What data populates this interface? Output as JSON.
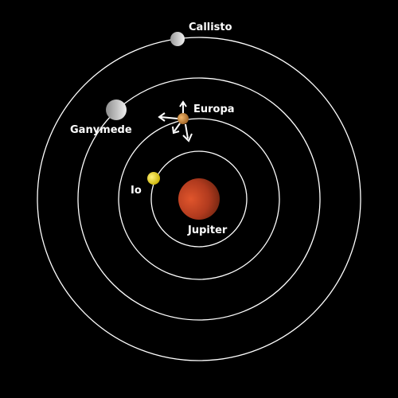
{
  "bodies": [
    {
      "key": "jupiter",
      "label": "Jupiter",
      "role": "planet",
      "color": "#b03a1e"
    },
    {
      "key": "io",
      "label": "Io",
      "role": "moon",
      "color": "#e8d41a"
    },
    {
      "key": "europa",
      "label": "Europa",
      "role": "moon",
      "color": "#c88a3a"
    },
    {
      "key": "ganymede",
      "label": "Ganymede",
      "role": "moon",
      "color": "#bdbdbd"
    },
    {
      "key": "callisto",
      "label": "Callisto",
      "role": "moon",
      "color": "#d6d6d6"
    }
  ],
  "colors": {
    "background": "#000000",
    "orbit": "#ffffff",
    "text": "#ffffff"
  },
  "europa_arrows": [
    "arrow-up",
    "arrow-left",
    "arrow-down-right"
  ]
}
